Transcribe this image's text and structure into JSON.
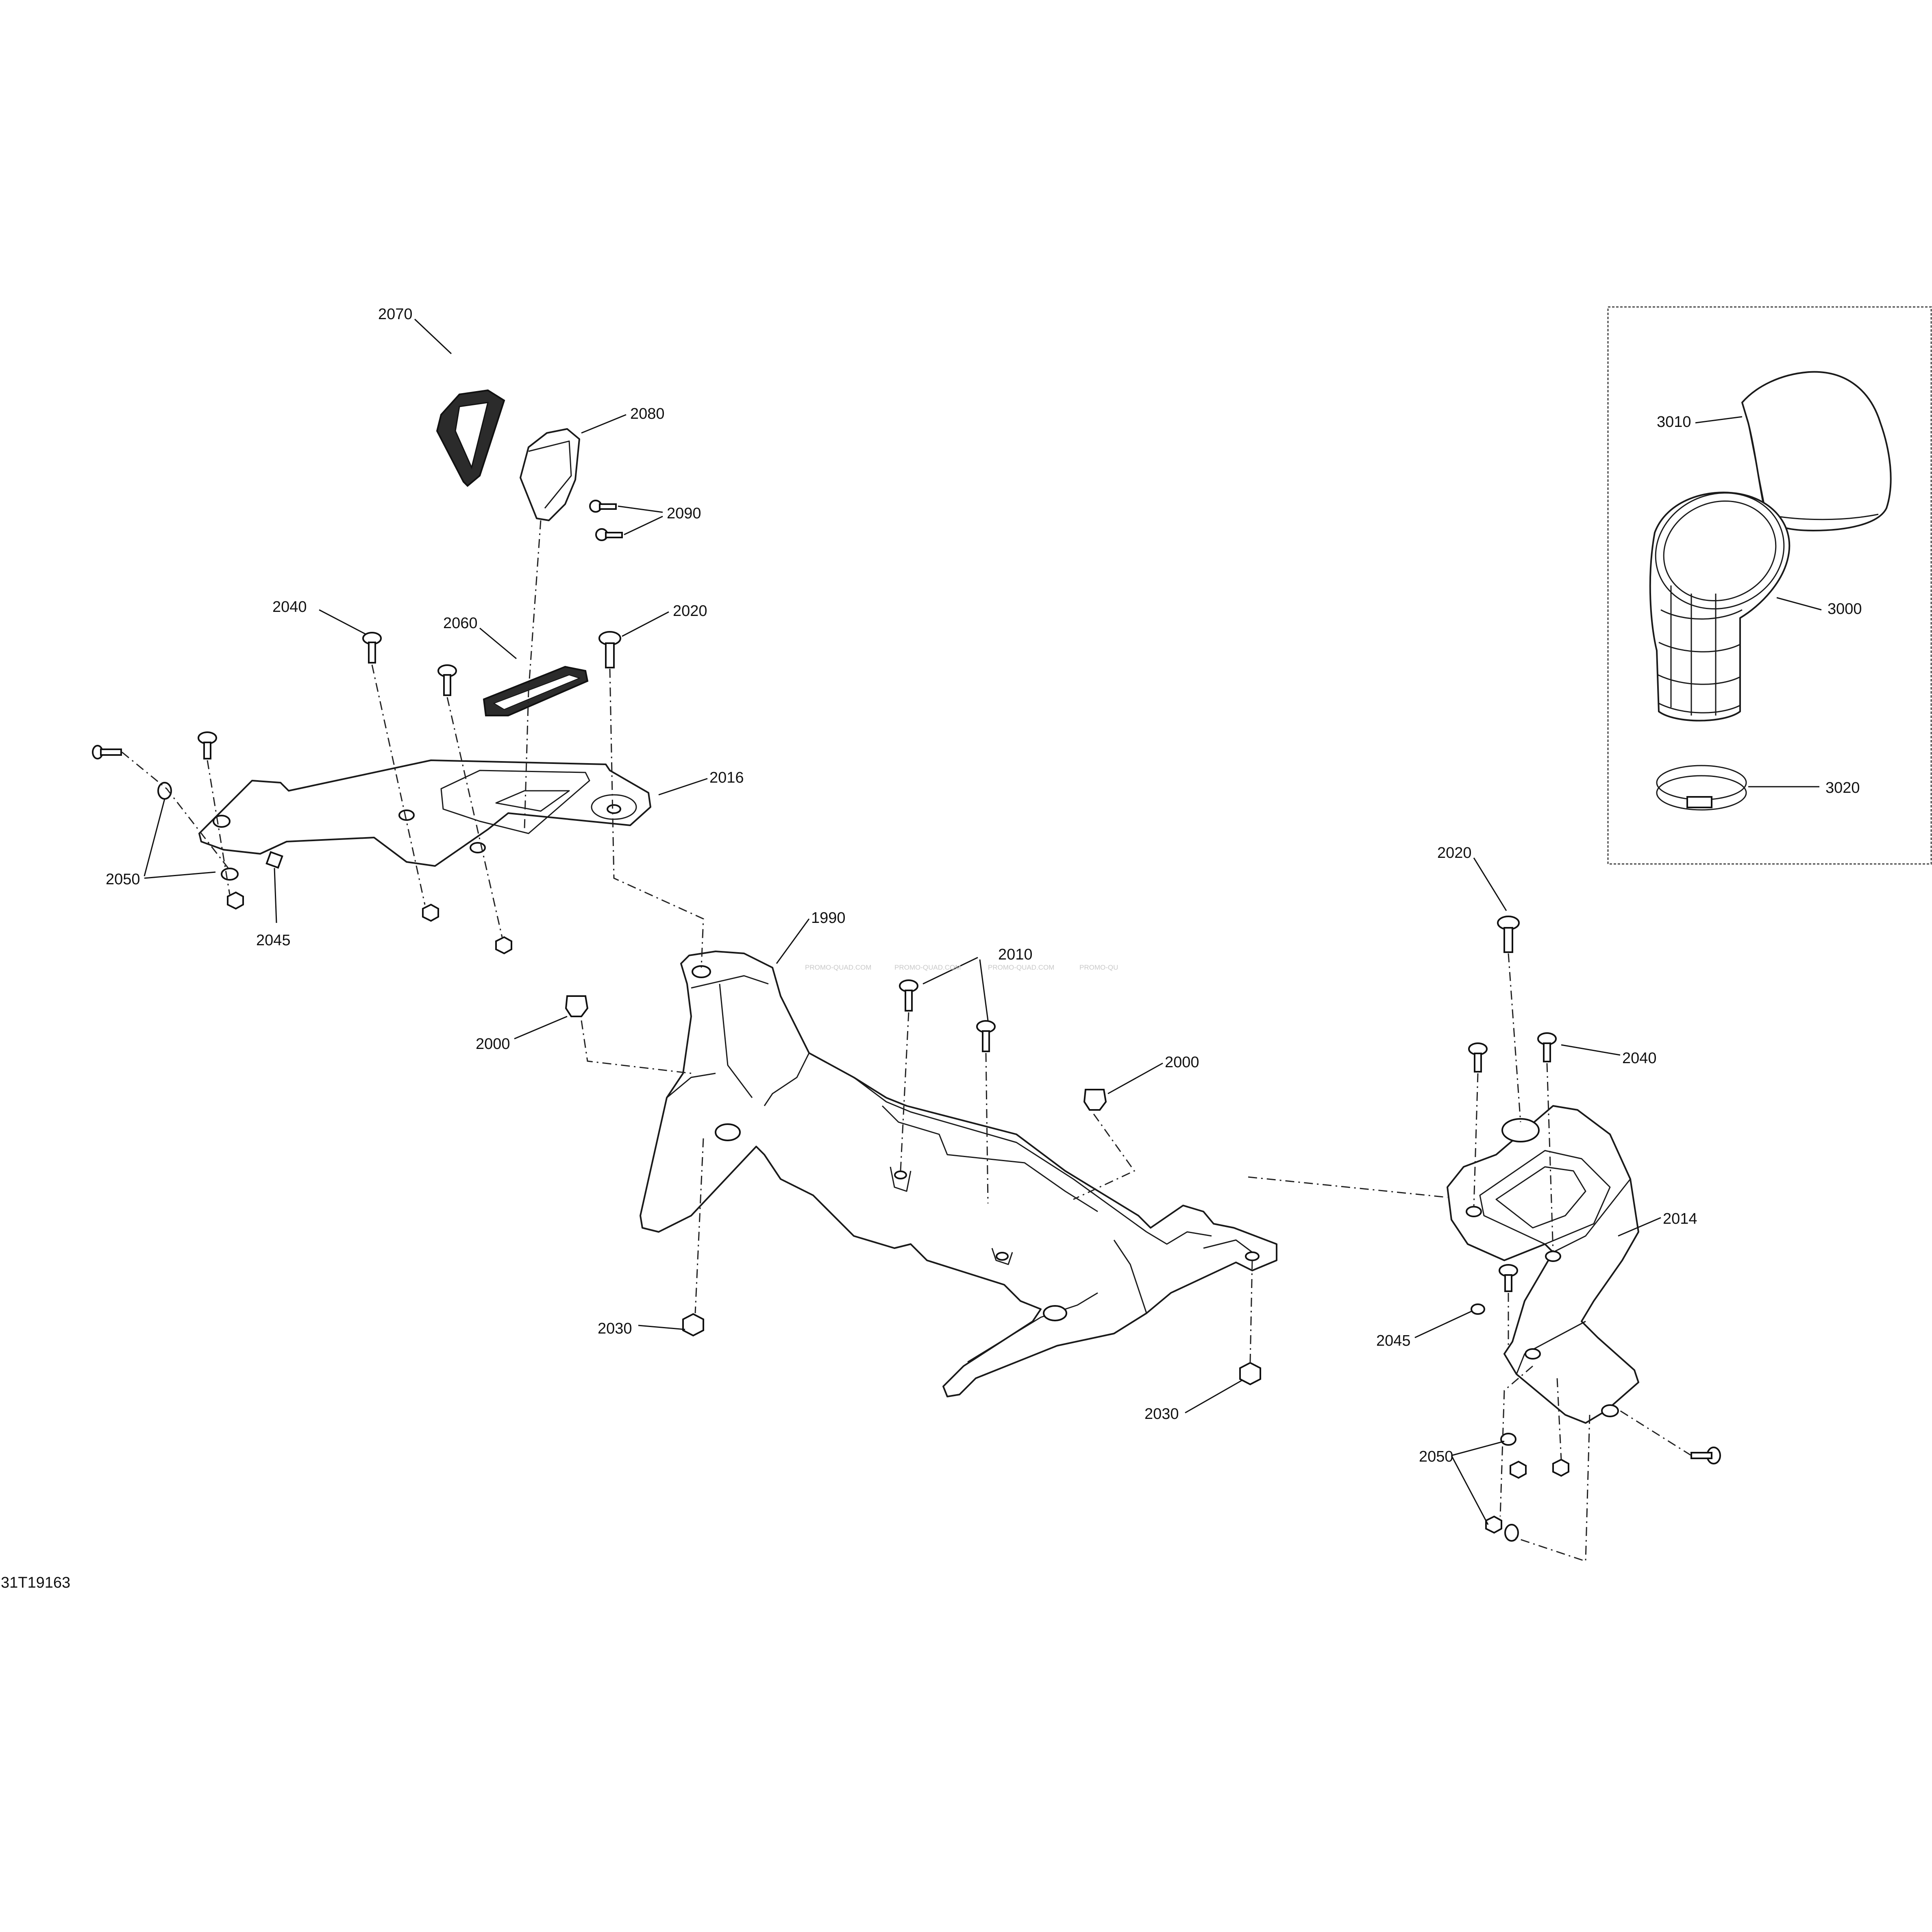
{
  "diagram_id": "31T19163",
  "watermarks": [
    "PROMO-QUAD.COM",
    "PROMO-QUAD.COM",
    "PROMO-QUAD.COM",
    "PROMO-QU"
  ],
  "callouts": {
    "c2070": "2070",
    "c2080": "2080",
    "c2090": "2090",
    "c2040a": "2040",
    "c2060": "2060",
    "c2020a": "2020",
    "c2016": "2016",
    "c2050a": "2050",
    "c2045a": "2045",
    "c1990": "1990",
    "c2010": "2010",
    "c2000a": "2000",
    "c2000b": "2000",
    "c2030a": "2030",
    "c2030b": "2030",
    "c2020b": "2020",
    "c2040b": "2040",
    "c2014": "2014",
    "c2045b": "2045",
    "c2050b": "2050",
    "c3010": "3010",
    "c3000": "3000",
    "c3020": "3020"
  }
}
